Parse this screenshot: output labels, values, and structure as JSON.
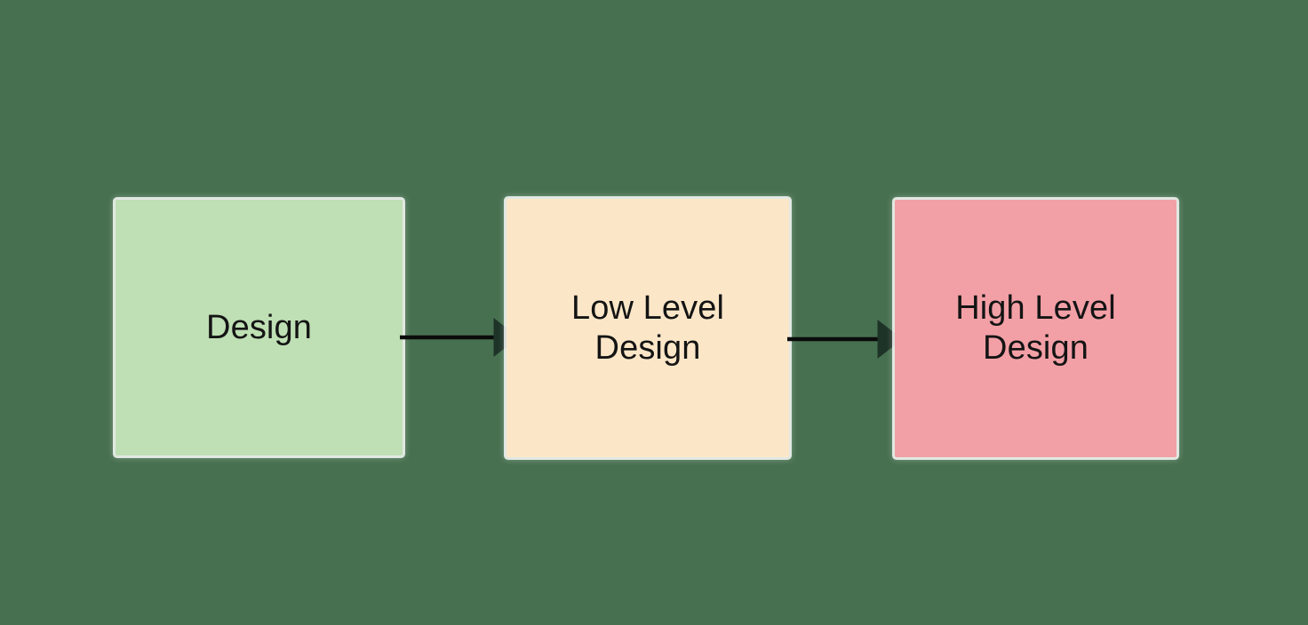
{
  "diagram": {
    "type": "flowchart",
    "orientation": "left-to-right",
    "background_color": "#477050",
    "nodes": [
      {
        "id": "design",
        "label": "Design",
        "fill_color": "#BFDFB4",
        "text_color": "#141414",
        "shape": "rectangle",
        "order": 1
      },
      {
        "id": "low-level-design",
        "label": "Low Level\nDesign",
        "fill_color": "#FBE7C8",
        "text_color": "#141414",
        "shape": "rectangle",
        "order": 2
      },
      {
        "id": "high-level-design",
        "label": "High Level\nDesign",
        "fill_color": "#F2A0A6",
        "text_color": "#141414",
        "shape": "rectangle",
        "order": 3
      }
    ],
    "edges": [
      {
        "id": "design-to-low-level-design",
        "from": "design",
        "to": "low-level-design",
        "label": "",
        "line_color": "#0B0B0B",
        "arrowhead_color": "#1E3328",
        "arrowhead": "solid-triangle"
      },
      {
        "id": "low-level-design-to-high-level-design",
        "from": "low-level-design",
        "to": "high-level-design",
        "label": "",
        "line_color": "#0B0B0B",
        "arrowhead_color": "#1E3328",
        "arrowhead": "solid-triangle"
      }
    ]
  }
}
